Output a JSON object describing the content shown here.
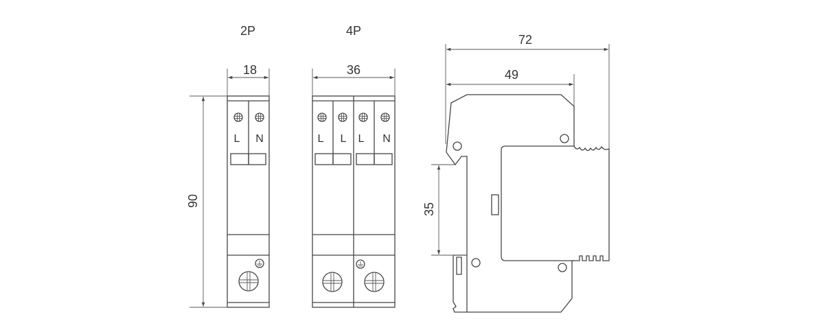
{
  "title_2p": "2P",
  "title_4p": "4P",
  "dimensions": {
    "width_2p": "18",
    "width_4p": "36",
    "height": "90",
    "depth_total": "72",
    "depth_front": "49",
    "din_rail": "35"
  },
  "terminals_2p": [
    "L",
    "N"
  ],
  "terminals_4p": [
    "L",
    "L",
    "L",
    "N"
  ],
  "colors": {
    "line": "#444444",
    "background": "#ffffff"
  }
}
